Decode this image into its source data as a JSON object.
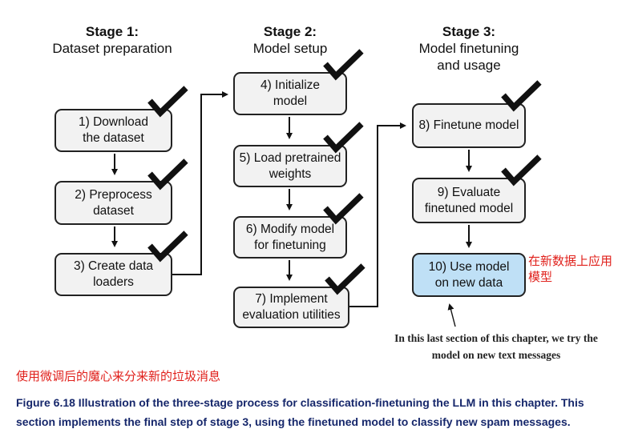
{
  "stages": [
    {
      "title": "Stage 1:",
      "subtitle": "Dataset preparation"
    },
    {
      "title": "Stage 2:",
      "subtitle": "Model setup"
    },
    {
      "title": "Stage 3:",
      "subtitle": "Model finetuning\nand usage"
    }
  ],
  "steps": [
    "1) Download\nthe dataset",
    "2) Preprocess\ndataset",
    "3) Create data\nloaders",
    "4) Initialize\nmodel",
    "5) Load pretrained\nweights",
    "6) Modify model\nfor finetuning",
    "7) Implement\nevaluation utilities",
    "8) Finetune model",
    "9) Evaluate\nfinetuned model",
    "10) Use model\non new data"
  ],
  "colors": {
    "final_step_fill": "#bfe0f6",
    "chinese_note": "#e0201b",
    "caption": "#16276b"
  },
  "step10_note_cn": "在新数据上应用\n模型",
  "annotation": "In this last section of this chapter, we try the model on new text messages",
  "caption_cn": "使用微调后的魔心来分来新的垃圾消息",
  "caption": "Figure 6.18 Illustration of the three-stage process for classification-finetuning the LLM in this chapter. This section implements the final step of stage 3, using the finetuned model to classify new spam messages."
}
